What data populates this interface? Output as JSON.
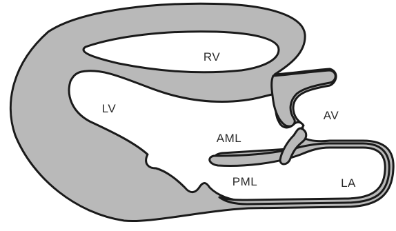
{
  "labels": {
    "rv": "RV",
    "lv": "LV",
    "av": "AV",
    "aml": "AML",
    "pml": "PML",
    "la": "LA"
  },
  "colors": {
    "wall_fill": "#b9b9b9",
    "outline": "#1a1a1a",
    "cavity_fill": "#ffffff"
  }
}
